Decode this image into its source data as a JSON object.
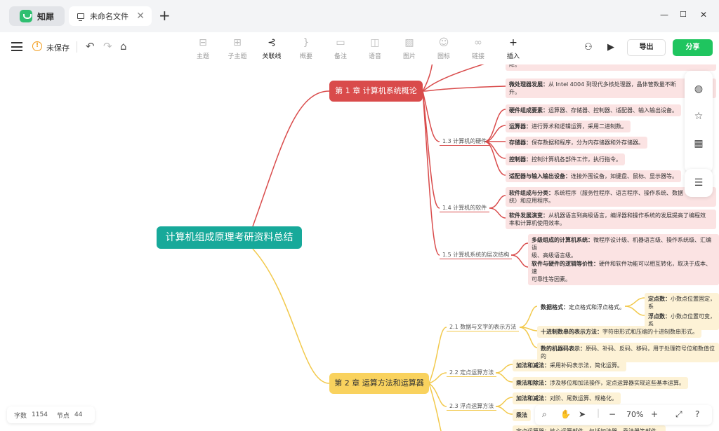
{
  "titlebar": {
    "home_tab": "知犀",
    "file_tab": "未命名文件"
  },
  "toolbar": {
    "save_status": "未保存",
    "tools": [
      {
        "label": "主题",
        "icon": "topic-icon"
      },
      {
        "label": "子主题",
        "icon": "subtopic-icon"
      },
      {
        "label": "关联线",
        "icon": "relation-line-icon"
      },
      {
        "label": "概要",
        "icon": "summary-icon"
      },
      {
        "label": "备注",
        "icon": "note-icon"
      },
      {
        "label": "语音",
        "icon": "voice-icon"
      },
      {
        "label": "图片",
        "icon": "image-icon"
      },
      {
        "label": "图标",
        "icon": "emoji-icon"
      },
      {
        "label": "链接",
        "icon": "link-icon"
      },
      {
        "label": "插入",
        "icon": "insert-icon"
      }
    ],
    "export_label": "导出",
    "share_label": "分享"
  },
  "mindmap": {
    "root": "计算机组成原理考研资料总结",
    "chapter1": {
      "title": "第 1 章 计算机系统概论",
      "top_leaf_a": "降。",
      "top_leaf_b_key": "微处理器发展：",
      "top_leaf_b_text": "从 Intel 4004 到现代多核处理器，晶体管数量不断",
      "top_leaf_b_tail": "升。",
      "s13": "1.3 计算机的硬件",
      "s13_leaves": [
        {
          "key": "硬件组成要素：",
          "text": "运算器、存储器、控制器、适配器、输入输出设备。"
        },
        {
          "key": "运算器：",
          "text": "进行算术和逻辑运算，采用二进制数。"
        },
        {
          "key": "存储器：",
          "text": "保存数据和程序，分为内存储器和外存储器。"
        },
        {
          "key": "控制器：",
          "text": "控制计算机各部件工作，执行指令。"
        },
        {
          "key": "适配器与输入输出设备：",
          "text": "连接外围设备，如键盘、鼠标、显示器等。"
        }
      ],
      "s14": "1.4 计算机的软件",
      "s14_leaves": [
        {
          "key": "软件组成与分类：",
          "text": "系统程序（服务性程序、语言程序、操作系统、数据",
          "tail": "统）和应用程序。"
        },
        {
          "key": "软件发展演变：",
          "text": "从机器语言到高级语言，编译器和操作系统的发展提高了编程效",
          "tail": "率和计算机使用效率。"
        }
      ],
      "s15": "1.5 计算机系统的层次结构",
      "s15_leaves": [
        {
          "key": "多级组成的计算机系统：",
          "text": "微程序设计级、机器语言级、操作系统级、汇编语",
          "tail": "级、高级语言级。"
        },
        {
          "key": "软件与硬件的逻辑等价性：",
          "text": "硬件和软件功能可以相互转化，取决于成本、速",
          "tail": "可靠性等因素。"
        }
      ]
    },
    "chapter2": {
      "title": "第 2 章 运算方法和运算器",
      "s21": "2.1 数据与文字的表示方法",
      "s21_leaves": [
        {
          "key": "数据格式：",
          "text": "定点格式和浮点格式。"
        },
        {
          "key": "十进制数串的表示方法：",
          "text": "字符串形式和压缩的十进制数串形式。"
        },
        {
          "key": "数的机器码表示：",
          "text": "原码、补码、反码、移码，用于处理符号位和数值位的"
        }
      ],
      "s21_sub": [
        {
          "key": "定点数：",
          "text": "小数点位置固定，系"
        },
        {
          "key": "浮点数：",
          "text": "小数点位置可变，系"
        }
      ],
      "s22": "2.2 定点运算方法",
      "s22_leaves": [
        {
          "key": "加法和减法：",
          "text": "采用补码表示法，简化运算。"
        },
        {
          "key": "乘法和除法：",
          "text": "涉及移位和加法操作，定点运算器实现这些基本运算。"
        }
      ],
      "s23": "2.3 浮点运算方法",
      "s23_leaves": [
        {
          "key": "加法和减法：",
          "text": "对阶、尾数运算、规格化。"
        },
        {
          "key": "乘法",
          "text": ""
        }
      ],
      "bottom_leaf": "定点运算器：核心运算部件，包括加法器、乘法器等部件。"
    }
  },
  "status": {
    "words_label": "字数",
    "words": "1154",
    "nodes_label": "节点",
    "nodes": "44"
  },
  "zoom": {
    "level": "70%"
  }
}
